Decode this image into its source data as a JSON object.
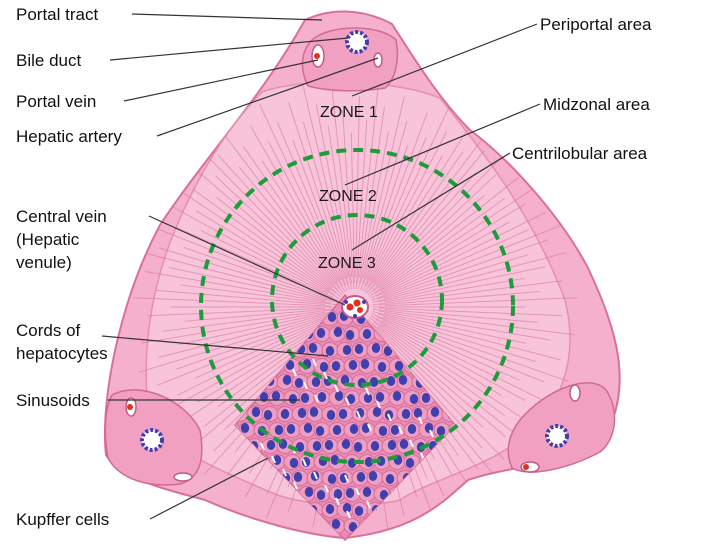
{
  "diagram": {
    "labels_left": {
      "portal_tract": "Portal tract",
      "bile_duct": "Bile duct",
      "portal_vein": "Portal vein",
      "hepatic_artery": "Hepatic artery",
      "central_vein_1": "Central vein",
      "central_vein_2": "(Hepatic",
      "central_vein_3": "venule)",
      "cords_1": "Cords of",
      "cords_2": "hepatocytes",
      "sinusoids": "Sinusoids",
      "kupffer": "Kupffer cells"
    },
    "labels_right": {
      "periportal": "Periportal area",
      "midzonal": "Midzonal area",
      "centrilobular": "Centrilobular area"
    },
    "zones": {
      "zone1": "ZONE 1",
      "zone2": "ZONE 2",
      "zone3": "ZONE 3"
    }
  },
  "colors": {
    "tissue_fill": "#f2a6c6",
    "tissue_light": "#f7c4d9",
    "tissue_line": "#d9709c",
    "nucleus": "#3f3fae",
    "blood": "#e0301e",
    "zone_boundary": "#1f9a3c",
    "leader_line": "#333333"
  }
}
